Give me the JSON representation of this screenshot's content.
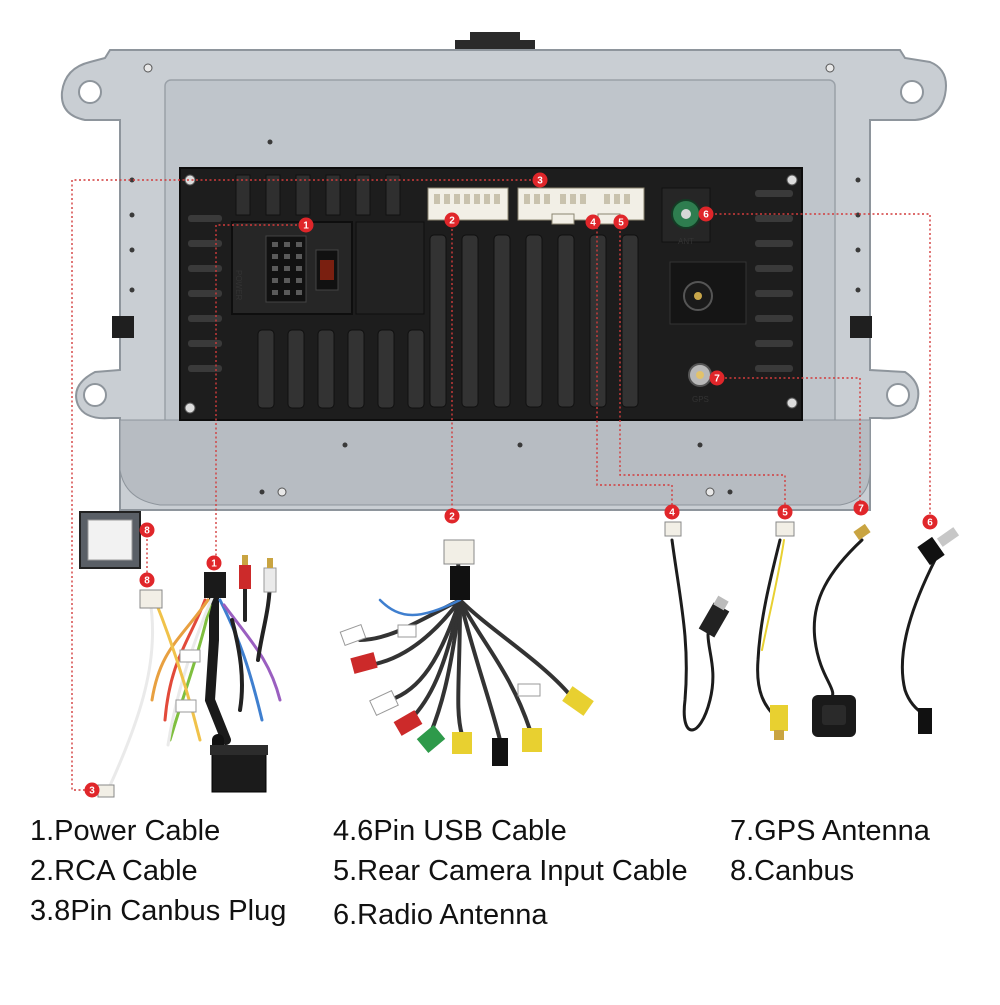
{
  "legend": [
    {
      "num": "1",
      "text": "1.Power Cable"
    },
    {
      "num": "2",
      "text": "2.RCA Cable"
    },
    {
      "num": "3",
      "text": "3.8Pin Canbus Plug"
    },
    {
      "num": "4",
      "text": "4.6Pin USB Cable"
    },
    {
      "num": "5",
      "text": "5.Rear Camera Input Cable"
    },
    {
      "num": "6",
      "text": "6.Radio Antenna"
    },
    {
      "num": "7",
      "text": "7.GPS Antenna"
    },
    {
      "num": "8",
      "text": "8.Canbus"
    }
  ],
  "panel_labels": {
    "power_marking": "POWER",
    "antenna_marking": "ANT",
    "gps_marking": "GPS"
  },
  "colors": {
    "marker": "#e0262a",
    "leader": "#d23c3c",
    "frame": "#c9ced3",
    "frame_edge": "#8e959c",
    "panel": "#1d1d1d",
    "fin": "#333333"
  },
  "icons": [
    "screw-icon",
    "connector-icon",
    "antenna-socket-icon",
    "rca-plug-icon",
    "usb-plug-icon",
    "gps-puck-icon"
  ]
}
